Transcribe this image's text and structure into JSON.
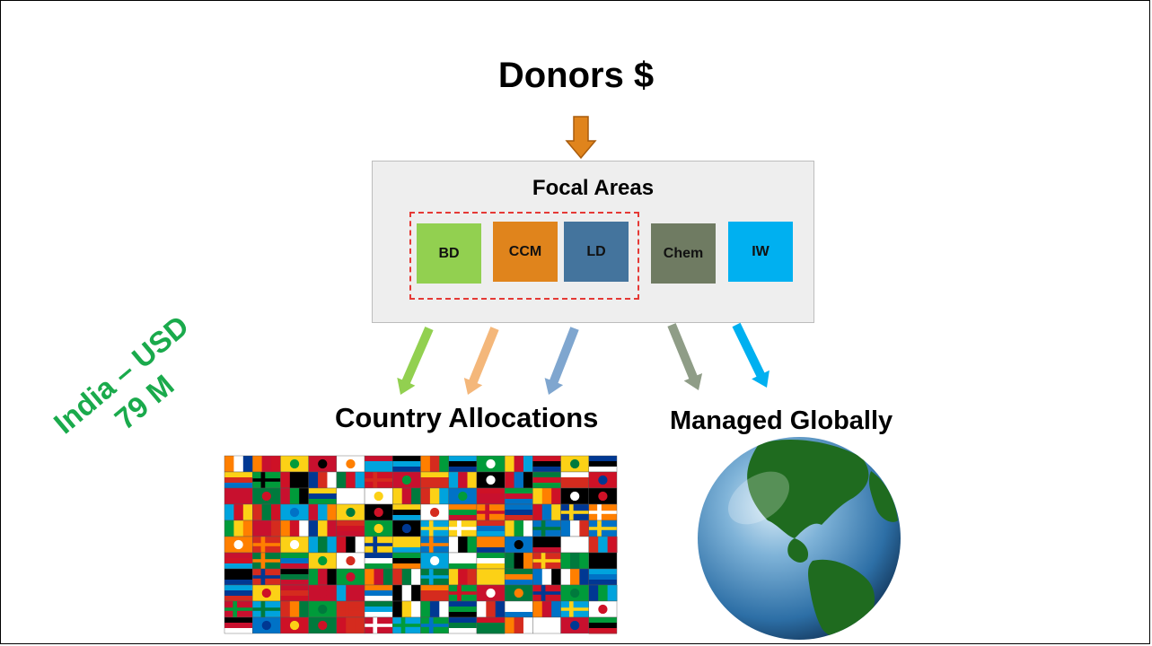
{
  "title": "Donors $",
  "focal": {
    "title": "Focal Areas",
    "areas": [
      {
        "label": "BD",
        "color": "#92d050"
      },
      {
        "label": "CCM",
        "color": "#e0841c"
      },
      {
        "label": "LD",
        "color": "#44749d"
      },
      {
        "label": "Chem",
        "color": "#6f7b62"
      },
      {
        "label": "IW",
        "color": "#00b0f0"
      }
    ]
  },
  "labels": {
    "country_allocations": "Country Allocations",
    "managed_globally": "Managed Globally"
  },
  "india": {
    "line1": "India – USD",
    "line2": "79 M",
    "color": "#1aaa4c"
  },
  "colors": {
    "donor_arrow": "#e0841c",
    "arrow_bd": "#92d050",
    "arrow_ccm": "#f4b77a",
    "arrow_ld": "#7fa6cf",
    "arrow_chem": "#8f9d87",
    "arrow_iw": "#00b0f0"
  }
}
